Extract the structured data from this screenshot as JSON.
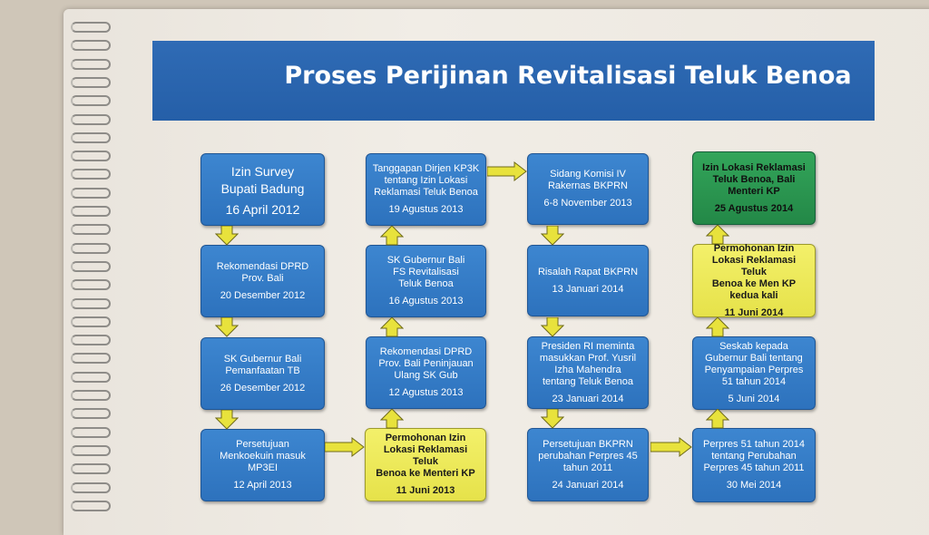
{
  "title": "Proses Perijinan Revitalisasi Teluk Benoa",
  "boxes": {
    "b1": {
      "text": "Izin Survey\nBupati Badung",
      "date": "16 April 2012"
    },
    "b2": {
      "text": "Rekomendasi DPRD\nProv. Bali",
      "date": "20 Desember 2012"
    },
    "b3": {
      "text": "SK Gubernur Bali\nPemanfaatan TB",
      "date": "26 Desember 2012"
    },
    "b4": {
      "text": "Persetujuan\nMenkoekuin masuk\nMP3EI",
      "date": "12 April 2013"
    },
    "b5": {
      "text": "Permohonan Izin\nLokasi Reklamasi Teluk\nBenoa ke Menteri KP",
      "date": "11 Juni 2013"
    },
    "b6": {
      "text": "Rekomendasi DPRD\nProv. Bali Peninjauan\nUlang SK Gub",
      "date": "12 Agustus 2013"
    },
    "b7": {
      "text": "SK Gubernur Bali\nFS Revitalisasi\nTeluk Benoa",
      "date": "16 Agustus 2013"
    },
    "b8": {
      "text": "Tanggapan Dirjen KP3K\ntentang Izin Lokasi\nReklamasi Teluk Benoa",
      "date": "19 Agustus 2013"
    },
    "b9": {
      "text": "Sidang Komisi IV\nRakernas BKPRN",
      "date": "6-8 November 2013"
    },
    "b10": {
      "text": "Risalah Rapat BKPRN",
      "date": "13 Januari 2014"
    },
    "b11": {
      "text": "Presiden RI meminta\nmasukkan Prof. Yusril\nIzha Mahendra\ntentang Teluk Benoa",
      "date": "23 Januari 2014"
    },
    "b12": {
      "text": "Persetujuan BKPRN\nperubahan Perpres 45\ntahun 2011",
      "date": "24 Januari 2014"
    },
    "b13": {
      "text": "Perpres 51 tahun 2014\ntentang Perubahan\nPerpres 45 tahun 2011",
      "date": "30 Mei 2014"
    },
    "b14": {
      "text": "Seskab kepada\nGubernur Bali tentang\nPenyampaian Perpres\n51 tahun 2014",
      "date": "5 Juni 2014"
    },
    "b15": {
      "text": "Permohonan Izin\nLokasi Reklamasi Teluk\nBenoa ke Men KP\nkedua kali",
      "date": "11 Juni 2014"
    },
    "b16": {
      "text": "Izin Lokasi Reklamasi\nTeluk Benoa, Bali\nMenteri KP",
      "date": "25 Agustus 2014"
    }
  },
  "colors": {
    "banner": "#2a65ae",
    "box_blue": "#3479c4",
    "box_yellow": "#ece858",
    "box_green": "#2c9a50",
    "arrow": "#e8e23c"
  }
}
